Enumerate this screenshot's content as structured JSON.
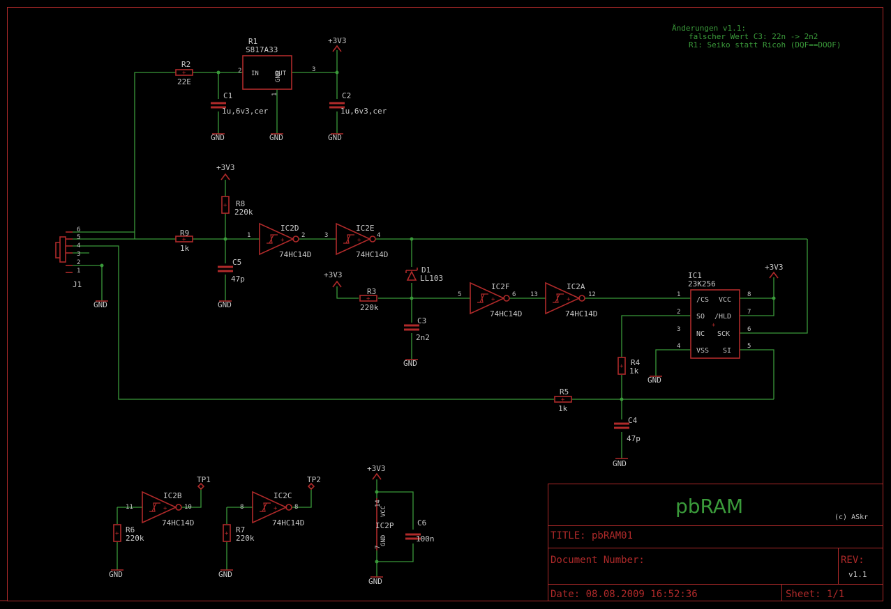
{
  "notes": {
    "line1": "Änderungen v1.1:",
    "line2": "falscher Wert C3: 22n -> 2n2",
    "line3": "R1: Seiko statt Ricoh (DQF==DOOF)"
  },
  "titleblock": {
    "project": "pbRAM",
    "copyright": "(c) ASkr",
    "title": "TITLE:  pbRAM01",
    "docnum": "Document Number:",
    "rev_label": "REV:",
    "rev": "v1.1",
    "date": "Date: 08.08.2009 16:52:36",
    "sheet": "Sheet: 1/1"
  },
  "parts": {
    "r1_name": "R1",
    "r1_value": "S817A33",
    "r1_in": "IN",
    "r1_out": "OUT",
    "r1_gnd": "GND",
    "r2_name": "R2",
    "r2_value": "22E",
    "c1_name": "C1",
    "c1_value": "1u,6v3,cer",
    "c2_name": "C2",
    "c2_value": "1u,6v3,cer",
    "r8_name": "R8",
    "r8_value": "220k",
    "r9_name": "R9",
    "r9_value": "1k",
    "c5_name": "C5",
    "c5_value": "47p",
    "ic2d_name": "IC2D",
    "ic2d_value": "74HC14D",
    "ic2e_name": "IC2E",
    "ic2e_value": "74HC14D",
    "d1_name": "D1",
    "d1_value": "LL103",
    "r3_name": "R3",
    "r3_value": "220k",
    "c3_name": "C3",
    "c3_value": "2n2",
    "ic2f_name": "IC2F",
    "ic2f_value": "74HC14D",
    "ic2a_name": "IC2A",
    "ic2a_value": "74HC14D",
    "ic1_name": "IC1",
    "ic1_value": "23K256",
    "ic1_cs": "/CS",
    "ic1_vcc": "VCC",
    "ic1_so": "SO",
    "ic1_hld": "/HLD",
    "ic1_nc": "NC",
    "ic1_sck": "SCK",
    "ic1_vss": "VSS",
    "ic1_si": "SI",
    "r4_name": "R4",
    "r4_value": "1k",
    "r5_name": "R5",
    "r5_value": "1k",
    "c4_name": "C4",
    "c4_value": "47p",
    "j1_name": "J1",
    "ic2b_name": "IC2B",
    "ic2b_value": "74HC14D",
    "ic2c_name": "IC2C",
    "ic2c_value": "74HC14D",
    "r6_name": "R6",
    "r6_value": "220k",
    "r7_name": "R7",
    "r7_value": "220k",
    "tp1_name": "TP1",
    "tp2_name": "TP2",
    "ic2p_name": "IC2P",
    "ic2p_vcc": "VCC",
    "ic2p_gnd": "GND",
    "c6_name": "C6",
    "c6_value": "100n"
  },
  "supplies": {
    "v33": "+3V3",
    "gnd": "GND"
  },
  "pins": {
    "p1": "1",
    "p2": "2",
    "p3": "3",
    "p4": "4",
    "p5": "5",
    "p6": "6",
    "p7": "7",
    "p8": "8",
    "p10": "10",
    "p11": "11",
    "p12": "12",
    "p13": "13",
    "p14": "14"
  },
  "colors": {
    "wire": "#3a9a3a",
    "device": "#b02a2a",
    "text": "#c8c8c8",
    "background": "#000000"
  }
}
